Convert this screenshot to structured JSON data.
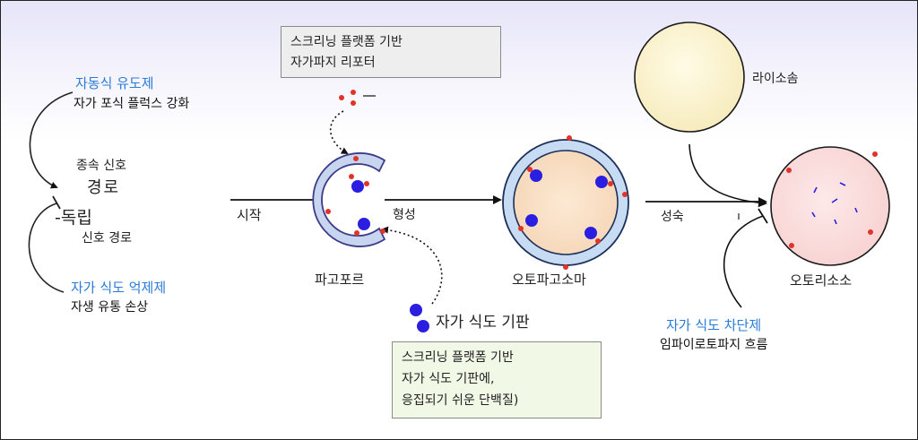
{
  "inducers": {
    "title": "자동식 유도제",
    "desc": "자가 포식 플럭스 강화",
    "color": "#2b7bd8"
  },
  "pathways": {
    "dependent_line1": "종속 신호",
    "dependent_line2": "경로",
    "independent_line1": "-독립",
    "independent_line2": "신호 경로"
  },
  "inhibitors_left": {
    "title": "자가 식도 억제제",
    "desc": "자생 유통 손상"
  },
  "screen_reporter_box": {
    "line1": "스크리닝 플랫폼 기반",
    "line2": "자가파지 리포터"
  },
  "substrate_box": {
    "line1": "스크리닝 플랫폼 기반",
    "line2": "자가 식도 기판에,",
    "line3": "응집되기 쉬운 단백질)"
  },
  "arrows": {
    "initiation": "시작",
    "formation": "형성",
    "maturation": "성숙"
  },
  "stages": {
    "phagophore": "파고포르",
    "autophagosome": "오토파고소마",
    "lysosome": "라이소솜",
    "autolysosome": "오토리소소"
  },
  "substrate_legend": "자가 식도 기판",
  "inhibitors_right": {
    "title": "자가 식도 차단제",
    "desc": "임파이로토파지 흐름"
  },
  "colors": {
    "inducer_blue": "#2b7bd8",
    "reporter_red": "#e0342a",
    "substrate_blue": "#2a1ee0",
    "membrane_blue": "#c7dcf2",
    "lysosome_fill": "#fbf1c6",
    "autolysosome_fill": "#fbdcdc"
  }
}
